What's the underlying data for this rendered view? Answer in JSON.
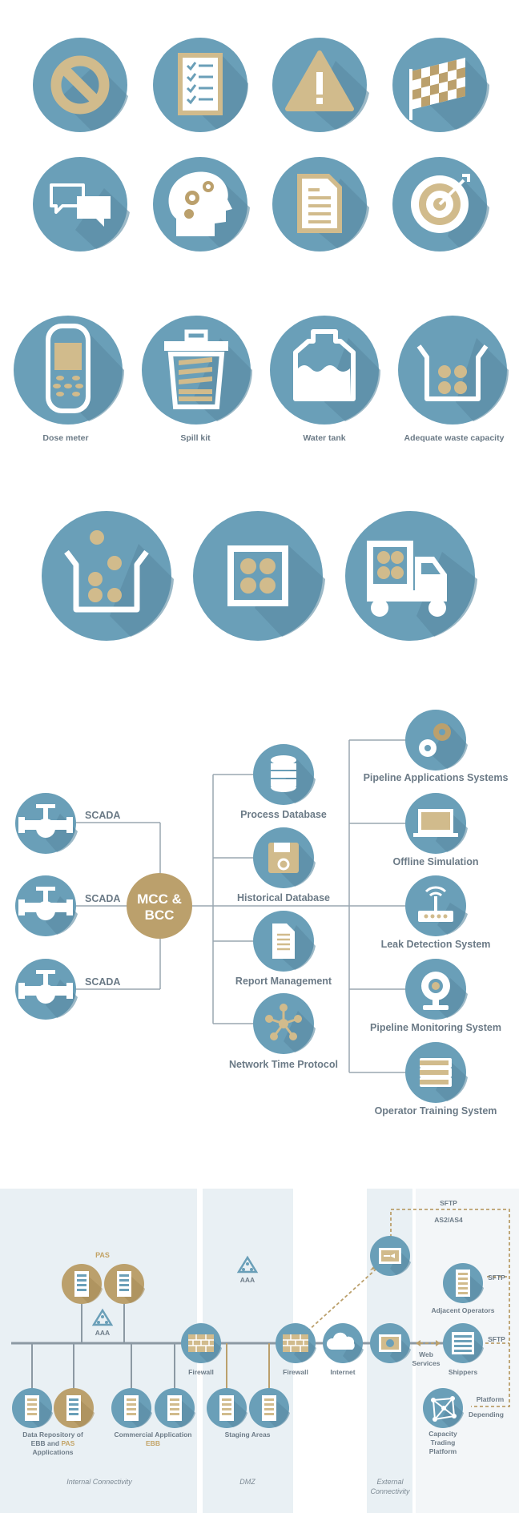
{
  "colors": {
    "circle": "#6a9fb8",
    "circle_shadow": "#5a8aa1",
    "gold": "#bba06c",
    "gold_light": "#d1bb8c",
    "white": "#ffffff",
    "label": "#6b7a86",
    "line": "#9aa7b1",
    "panel": "#e8eff3"
  },
  "row1_icons": [
    "no-entry-icon",
    "checklist-icon",
    "warning-icon",
    "checkered-flag-icon"
  ],
  "row2_icons": [
    "speech-bubbles-icon",
    "head-gears-icon",
    "document-icon",
    "target-icon"
  ],
  "row3": [
    {
      "icon": "dose-meter-icon",
      "label": "Dose meter"
    },
    {
      "icon": "spill-kit-icon",
      "label": "Spill kit"
    },
    {
      "icon": "water-tank-icon",
      "label": "Water tank"
    },
    {
      "icon": "waste-container-icon",
      "label": "Adequate waste capacity"
    }
  ],
  "row4_icons": [
    "waste-falling-icon",
    "waste-box-icon",
    "waste-truck-icon"
  ],
  "scada": {
    "hub_line1": "MCC &",
    "hub_line2": "BCC",
    "left_labels": [
      "SCADA",
      "SCADA",
      "SCADA"
    ],
    "middle": [
      {
        "icon": "database-icon",
        "label": "Process Database"
      },
      {
        "icon": "floppy-disk-icon",
        "label": "Historical Database"
      },
      {
        "icon": "report-icon",
        "label": "Report Management"
      },
      {
        "icon": "network-icon",
        "label": "Network Time Protocol"
      }
    ],
    "right": [
      {
        "icon": "gears-icon",
        "label": "Pipeline Applications Systems"
      },
      {
        "icon": "laptop-icon",
        "label": "Offline Simulation"
      },
      {
        "icon": "router-icon",
        "label": "Leak Detection System"
      },
      {
        "icon": "webcam-icon",
        "label": "Pipeline Monitoring System"
      },
      {
        "icon": "books-icon",
        "label": "Operator Training System"
      }
    ]
  },
  "network": {
    "pas": "PAS",
    "aaa_left": "AAA",
    "aaa_dmz": "AAA",
    "firewall1": "Firewall",
    "firewall2": "Firewall",
    "internet": "Internet",
    "web_services_1": "Web",
    "web_services_2": "Services",
    "shippers": "Shippers",
    "adjacent": "Adjacent Operators",
    "capacity_1": "Capacity",
    "capacity_2": "Trading",
    "capacity_3": "Platform",
    "sftp_top": "SFTP",
    "as2": "AS2/AS4",
    "sftp_adj": "SFTP",
    "sftp_ship": "SFTP",
    "platform_1": "Platform",
    "platform_2": "Depending",
    "data_repo_1": "Data Repository of",
    "data_repo_2a": "EBB and ",
    "data_repo_2b": "PAS",
    "data_repo_3": "Applications",
    "commercial_1": "Commercial Application",
    "commercial_2": "EBB",
    "staging": "Staging Areas",
    "zone_internal": "Internal Connectivity",
    "zone_dmz": "DMZ",
    "zone_external_1": "External",
    "zone_external_2": "Connectivity"
  }
}
